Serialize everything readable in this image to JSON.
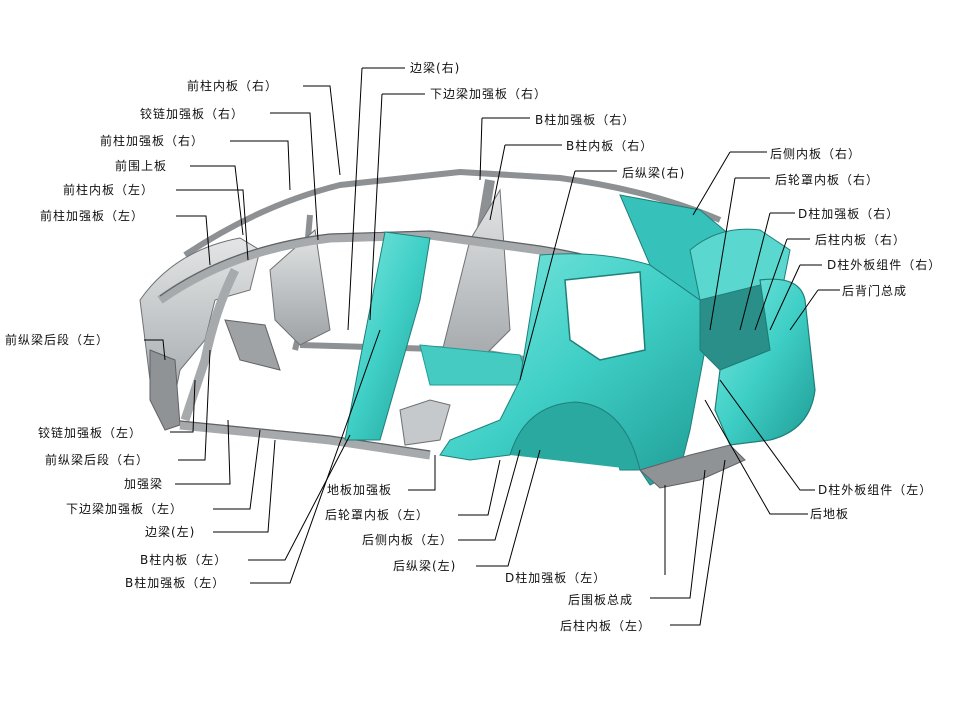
{
  "colors": {
    "accent_part": "#3fcfc6",
    "accent_dark": "#1f9c95",
    "frame": "#b9bcbf",
    "frame_dark": "#6f7275",
    "leader": "#000000"
  },
  "labels": {
    "qian_zhu_nei_ban_you": "前柱内板（右）",
    "jiao_lian_jia_qiang_ban_you": "铰链加强板（右）",
    "qian_zhu_jia_qiang_ban_you": "前柱加强板（右）",
    "qian_wei_shang_ban": "前围上板",
    "qian_zhu_nei_ban_zuo": "前柱内板（左）",
    "qian_zhu_jia_qiang_ban_zuo": "前柱加强板（左）",
    "qian_zong_liang_hou_duan_zuo": "前纵梁后段（左）",
    "jiao_lian_jia_qiang_ban_zuo": "铰链加强板（左）",
    "qian_zong_liang_hou_duan_you": "前纵梁后段（右）",
    "jia_qiang_liang": "加强梁",
    "xia_bian_liang_jia_qiang_ban_zuo": "下边梁加强板（左）",
    "bian_liang_zuo": "边梁(左)",
    "b_zhu_nei_ban_zuo": "B柱内板（左）",
    "b_zhu_jia_qiang_ban_zuo": "B柱加强板（左）",
    "bian_liang_you": "边梁(右)",
    "xia_bian_liang_jia_qiang_ban_you": "下边梁加强板（右）",
    "b_zhu_jia_qiang_ban_you": "B柱加强板（右）",
    "b_zhu_nei_ban_you": "B柱内板（右）",
    "hou_zong_liang_you": "后纵梁(右)",
    "hou_ce_nei_ban_you": "后侧内板（右）",
    "hou_lun_zhao_nei_ban_you": "后轮罩内板（右）",
    "d_zhu_jia_qiang_ban_you": "D柱加强板（右）",
    "hou_zhu_nei_ban_you": "后柱内板（右）",
    "d_zhu_wai_ban_zu_jian_you": "D柱外板组件（右）",
    "hou_bei_men_zong_cheng": "后背门总成",
    "di_ban_jia_qiang_ban": "地板加强板",
    "hou_lun_zhao_nei_ban_zuo": "后轮罩内板（左）",
    "hou_ce_nei_ban_zuo": "后侧内板（左）",
    "hou_zong_liang_zuo": "后纵梁(左)",
    "d_zhu_wai_ban_zu_jian_zuo": "D柱外板组件（左）",
    "hou_di_ban": "后地板",
    "d_zhu_jia_qiang_ban_zuo": "D柱加强板（左）",
    "hou_wei_ban_zong_cheng": "后围板总成",
    "hou_zhu_nei_ban_zuo": "后柱内板（左）"
  }
}
